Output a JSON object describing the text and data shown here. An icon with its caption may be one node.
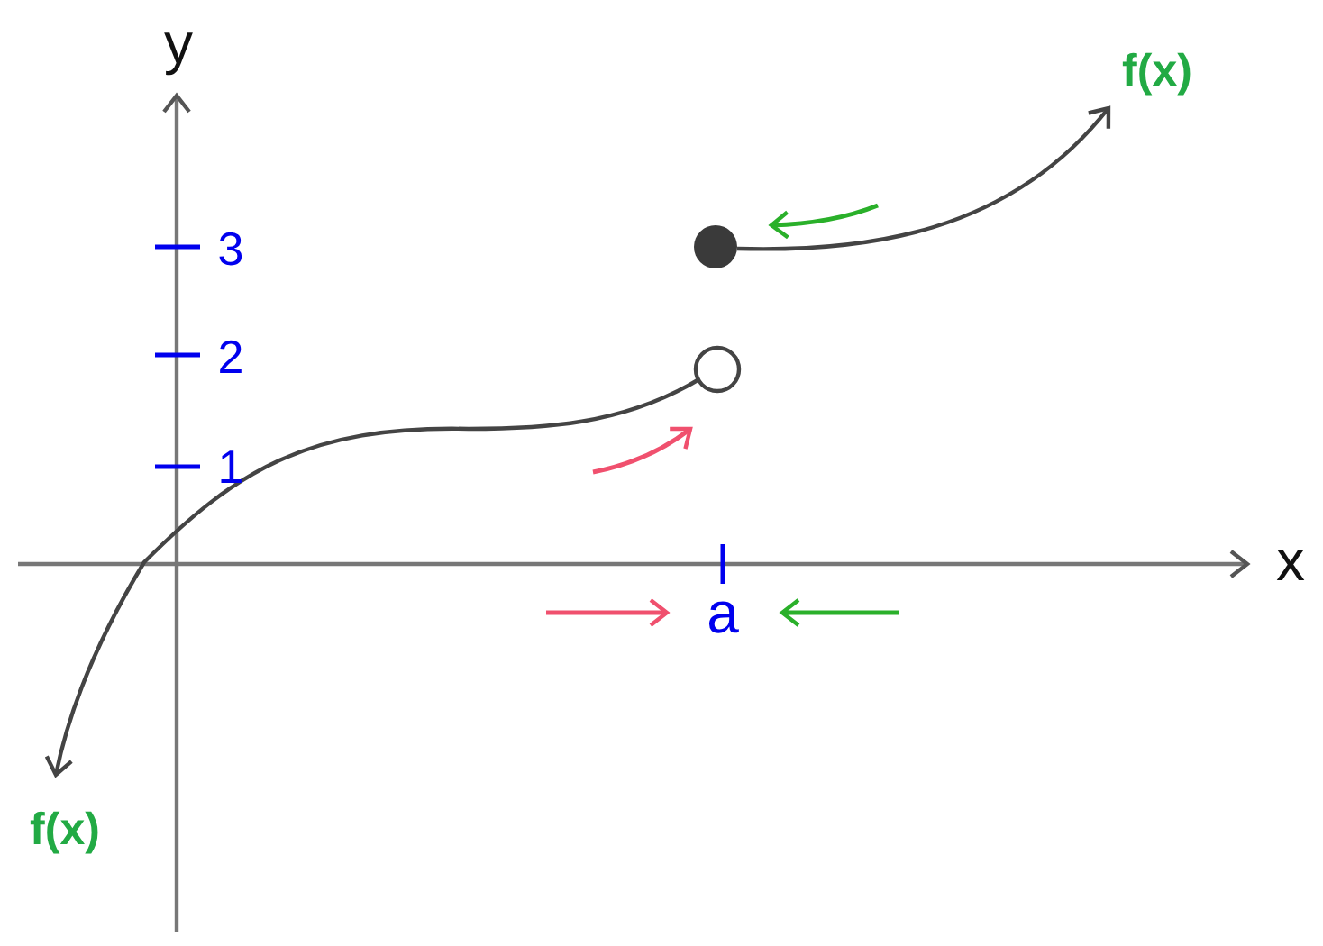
{
  "diagram": {
    "labels": [
      "y",
      "f(x)",
      "3",
      "2",
      "1",
      "x",
      "a",
      "f(x)"
    ]
  }
}
